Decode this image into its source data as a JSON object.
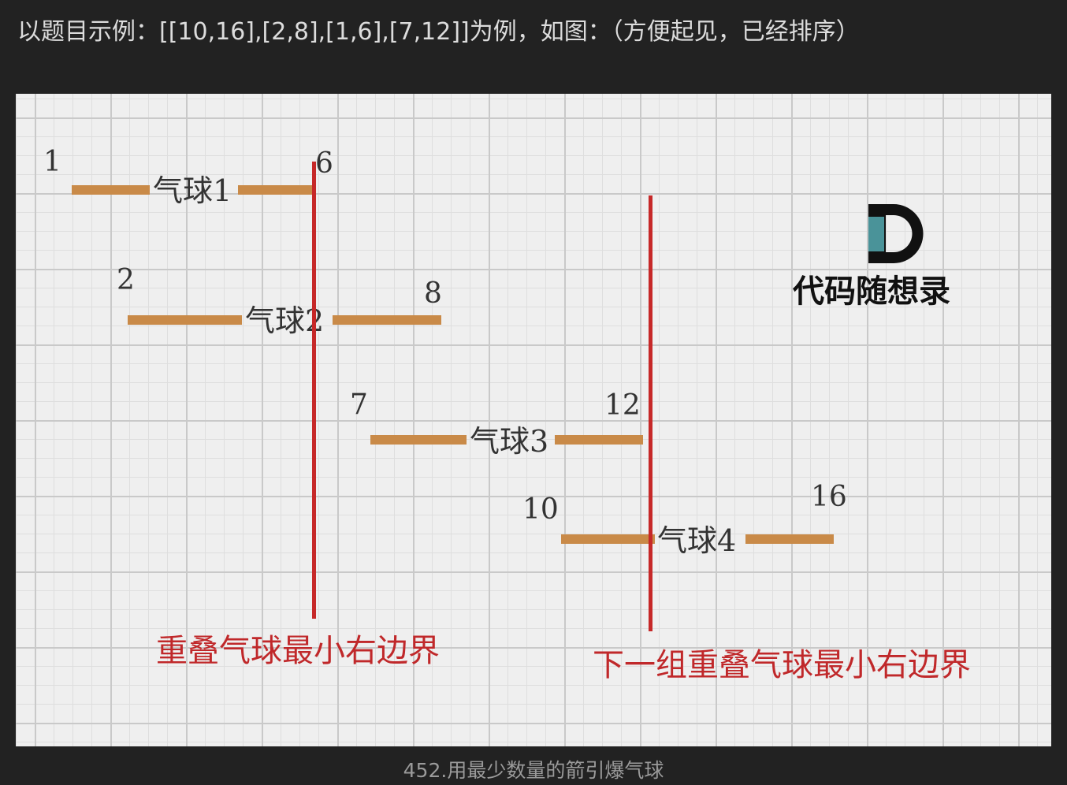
{
  "intro_text": "以题目示例：[[10,16],[2,8],[1,6],[7,12]]为例，如图：（方便起见，已经排序）",
  "balloons": [
    {
      "label": "气球1",
      "start": "1",
      "end": "6"
    },
    {
      "label": "气球2",
      "start": "2",
      "end": "8"
    },
    {
      "label": "气球3",
      "start": "7",
      "end": "12"
    },
    {
      "label": "气球4",
      "start": "10",
      "end": "16"
    }
  ],
  "boundaries": [
    {
      "label": "重叠气球最小右边界"
    },
    {
      "label": "下一组重叠气球最小右边界"
    }
  ],
  "logo_text": "代码随想录",
  "caption": "452.用最少数量的箭引爆气球",
  "colors": {
    "balloon_bar": "#c98a48",
    "boundary_line": "#c62828",
    "boundary_text": "#c0282a",
    "logo_teal": "#4a9399"
  }
}
